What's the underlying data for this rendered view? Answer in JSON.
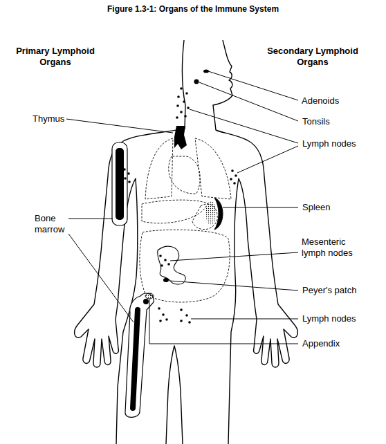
{
  "diagram": {
    "title": "Figure 1.3-1: Organs of the Immune System",
    "labels": [
      "Primary Lymphoid Organs",
      "Secondary Lymphoid Organs",
      "Adenoids",
      "Thymus",
      "Tonsils",
      "Lymph nodes",
      "Spleen",
      "Bone marrow",
      "Mesenteric lymph nodes",
      "Peyer's patch",
      "Lymph nodes",
      "Appendix"
    ]
  }
}
